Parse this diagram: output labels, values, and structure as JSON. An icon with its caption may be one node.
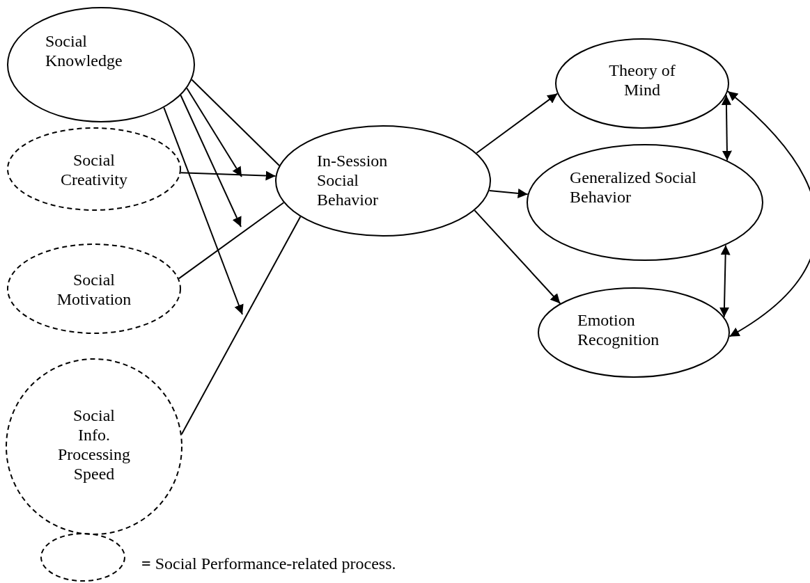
{
  "diagram": {
    "nodes": [
      {
        "text": [
          "Social Knowledge"
        ]
      },
      {
        "text": [
          "Social Creativity"
        ]
      },
      {
        "text": [
          "Social Motivation"
        ]
      },
      {
        "text": [
          "Social Info. Processing Speed"
        ]
      },
      {
        "text": [
          "In-Session Social Behavior"
        ]
      },
      {
        "text": [
          "Theory of Mind"
        ]
      },
      {
        "text": [
          "Generalized Social Behavior"
        ]
      },
      {
        "text": [
          "Emotion Recognition"
        ]
      }
    ],
    "edges": [
      {
        "from": 0,
        "to": 4,
        "arrow": "none"
      },
      {
        "from": 0,
        "to": null,
        "arrow": "to"
      },
      {
        "from": 0,
        "to": null,
        "arrow": "to"
      },
      {
        "from": 0,
        "to": null,
        "arrow": "to"
      },
      {
        "from": 1,
        "to": 4,
        "arrow": "to"
      },
      {
        "from": 2,
        "to": 4,
        "arrow": "none"
      },
      {
        "from": 3,
        "to": 4,
        "arrow": "none"
      },
      {
        "from": 4,
        "to": 5,
        "arrow": "to"
      },
      {
        "from": 4,
        "to": 6,
        "arrow": "to"
      },
      {
        "from": 4,
        "to": 7,
        "arrow": "to"
      },
      {
        "from": 5,
        "to": 6,
        "arrow": "both"
      },
      {
        "from": 6,
        "to": 7,
        "arrow": "both"
      },
      {
        "from": 5,
        "to": 7,
        "arrow": "both"
      }
    ],
    "legend": [
      {
        "text": "**=** Social Performance-related process."
      }
    ]
  }
}
